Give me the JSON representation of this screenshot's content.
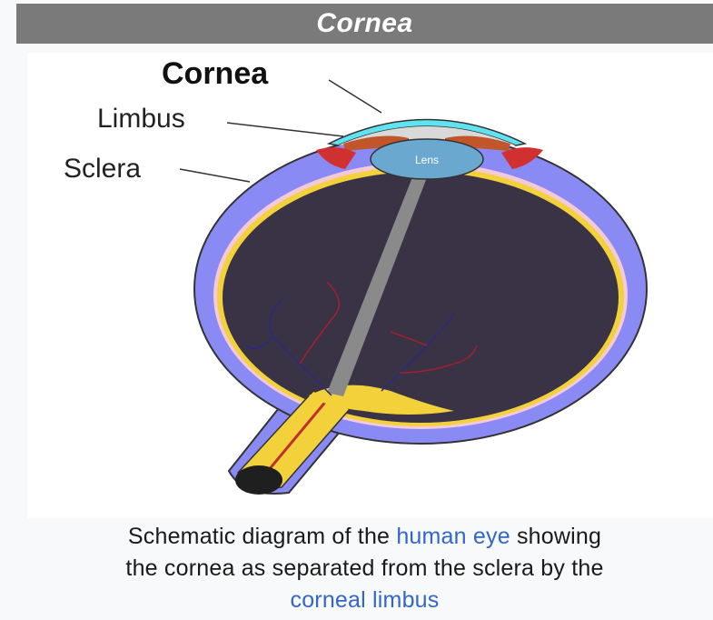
{
  "header": {
    "title": "Cornea"
  },
  "diagram": {
    "labels": {
      "cornea": "Cornea",
      "limbus": "Limbus",
      "sclera": "Sclera",
      "lens": "Lens"
    }
  },
  "caption": {
    "line1_pre": "Schematic diagram of the ",
    "link1": "human eye",
    "line1_post": " showing",
    "line2": "the cornea as separated from the sclera by the",
    "link2": "corneal limbus"
  }
}
